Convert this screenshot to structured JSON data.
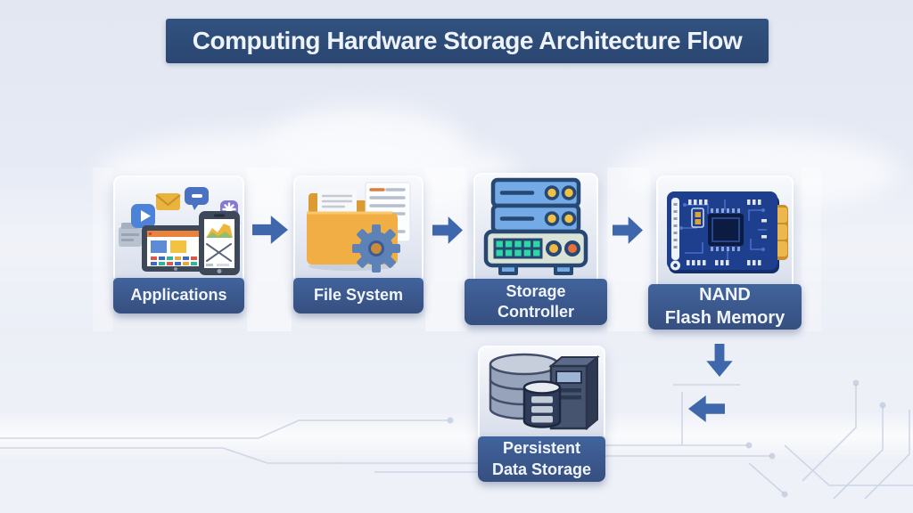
{
  "title": {
    "text": "Computing Hardware Storage Architecture Flow"
  },
  "nodes": [
    {
      "id": "applications",
      "label": "Applications",
      "icon": "applications-devices-icon"
    },
    {
      "id": "file-system",
      "label": "File System",
      "icon": "folder-document-gear-icon"
    },
    {
      "id": "storage-controller",
      "label": "Storage\nController",
      "icon": "server-stack-controller-icon"
    },
    {
      "id": "nand-flash-memory",
      "label": "NAND\nFlash Memory",
      "icon": "nand-circuit-board-icon"
    },
    {
      "id": "persistent-data-storage",
      "label": "Persistent\nData Storage",
      "icon": "database-tower-server-icon"
    }
  ],
  "arrows": [
    {
      "id": "applications-to-file-system",
      "direction": "right"
    },
    {
      "id": "file-system-to-storage-controller",
      "direction": "right"
    },
    {
      "id": "storage-controller-to-nand",
      "direction": "right"
    },
    {
      "id": "nand-flash-down",
      "direction": "down"
    },
    {
      "id": "toward-persistent-data-storage",
      "direction": "left"
    }
  ],
  "colors": {
    "title_bar": "#2d4a79",
    "label_bar": "#3b5a8f",
    "arrow": "#3f68ac",
    "background": "#e7ebf5",
    "title_text": "#eef3fa"
  }
}
